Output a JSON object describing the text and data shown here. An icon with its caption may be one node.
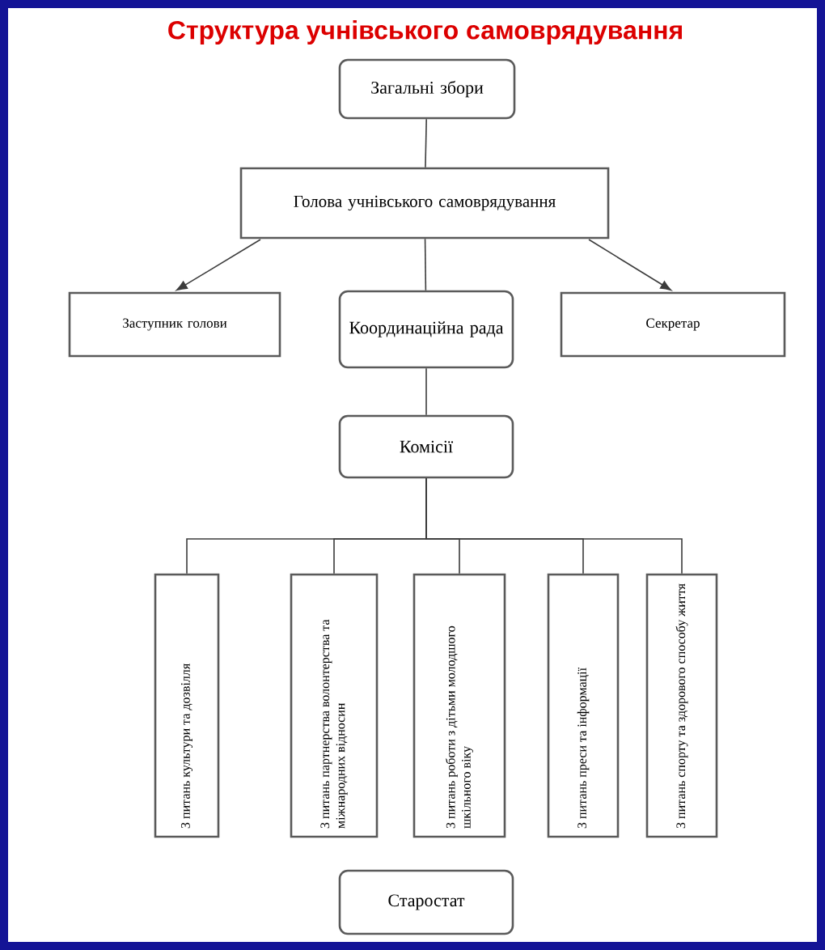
{
  "diagram": {
    "title": "Структура учнівського самоврядування",
    "nodes": [
      {
        "text": [
          "Загальні збори"
        ]
      },
      {
        "text": [
          "Голова учнівського самоврядування"
        ]
      },
      {
        "text": [
          "Заступник голови"
        ]
      },
      {
        "text": [
          "Координаційна рада"
        ]
      },
      {
        "text": [
          "Секретар"
        ]
      },
      {
        "text": [
          "Комісії"
        ]
      },
      {
        "text": [
          "З питань культури та дозвілля"
        ]
      },
      {
        "text": [
          "З питань партнерства волонтерства та міжнародних відносин"
        ]
      },
      {
        "text": [
          "З питань роботи з дітьми молодшого шкільного віку"
        ]
      },
      {
        "text": [
          "З питань преси та інформації"
        ]
      },
      {
        "text": [
          "З питань спорту та здорового способу життя"
        ]
      },
      {
        "text": [
          "Старостат"
        ]
      }
    ],
    "edges": [
      {
        "from": 0,
        "to": 1,
        "arrow": "none"
      },
      {
        "from": 1,
        "to": 2,
        "arrow": "to"
      },
      {
        "from": 1,
        "to": 3,
        "arrow": "none"
      },
      {
        "from": 1,
        "to": 4,
        "arrow": "to"
      },
      {
        "from": 3,
        "to": 5,
        "arrow": "none"
      },
      {
        "from": 5,
        "to": 6,
        "arrow": "none"
      },
      {
        "from": 5,
        "to": 7,
        "arrow": "none"
      },
      {
        "from": 5,
        "to": 8,
        "arrow": "none"
      },
      {
        "from": 5,
        "to": 9,
        "arrow": "none"
      },
      {
        "from": 5,
        "to": 10,
        "arrow": "none"
      }
    ]
  }
}
